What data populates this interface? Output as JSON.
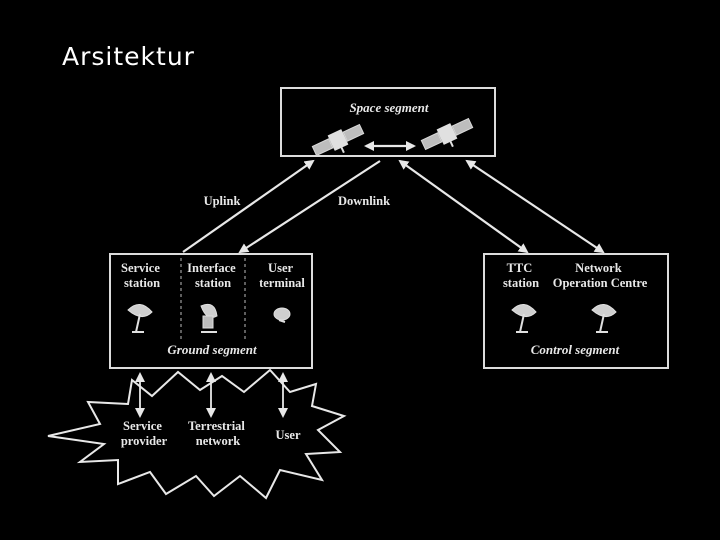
{
  "slide": {
    "title": "Arsitektur"
  },
  "diagram": {
    "space_segment": "Space segment",
    "uplink": "Uplink",
    "downlink": "Downlink",
    "ground_segment": {
      "label": "Ground segment",
      "service_station": [
        "Service",
        "station"
      ],
      "interface_station": [
        "Interface",
        "station"
      ],
      "user_terminal": [
        "User",
        "terminal"
      ]
    },
    "control_segment": {
      "label": "Control segment",
      "ttc_station": [
        "TTC",
        "station"
      ],
      "network_operation_centre": [
        "Network",
        "Operation Centre"
      ]
    },
    "terrestrial": {
      "service_provider": [
        "Service",
        "provider"
      ],
      "terrestrial_network": [
        "Terrestrial",
        "network"
      ],
      "user": "User"
    }
  }
}
